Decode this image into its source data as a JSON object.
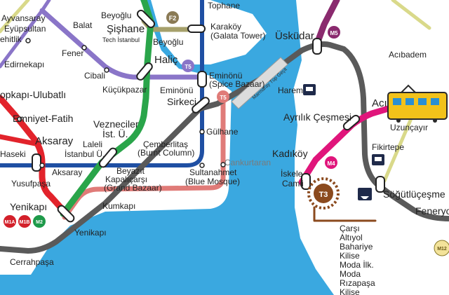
{
  "colors": {
    "sea": "#3aa8e0",
    "land": "#ffffff",
    "grey_line": "#5a5a5a",
    "blue_line": "#1f4fa3",
    "green_line": "#2aa54a",
    "red_line": "#e2232b",
    "tram_red": "#e07b78",
    "purple_line": "#8a75c8",
    "olive_line": "#a6a06b",
    "magenta_line": "#e0157b",
    "plum_line": "#8a2a6e",
    "tram_yellow": "#d9d98a",
    "t3_brown": "#8b4a1e",
    "m1_red": "#d3202a",
    "m2_green": "#1e9a4a"
  },
  "badges": {
    "f2": "F2",
    "t5": "T5",
    "t6": "T5",
    "m5": "M5",
    "m4": "M4",
    "m1a": "M1A",
    "m1b": "M1B",
    "m2": "M2",
    "t3": "T3",
    "m12": "M12"
  },
  "tunnel_label": "Marmaray Tüp Geçit",
  "stations": {
    "ayvansaray": "Ayvansaray",
    "eyupsultan": "Eyüpsultan",
    "halic_left": "ehitlik",
    "balat": "Balat",
    "fener": "Fener",
    "edirnekapi": "Edirnekapı",
    "cibali": "Cibali",
    "kucukpazar": "Küçükpazar",
    "topkapi": "opkapı-Ulubatlı",
    "emniyet": "Emniyet-Fatih",
    "aksaray": "Aksaray",
    "aksaray2": "Aksaray",
    "haseki": "Haseki",
    "yusufpasa": "Yusufpaşa",
    "yenikapi": "Yenikapı",
    "yenikapi2": "Yenikapı",
    "cerrahpasa": "Cerrahpaşa",
    "kumkapi": "Kumkapı",
    "beyoglu_top": "Beyoğlu",
    "sishane": "Şişhane",
    "tech_istanbul": "Tech İstanbul",
    "beyoglu": "Beyoğlu",
    "halic": "Haliç",
    "karakoy": "Karaköy",
    "galata": "(Galata Tower)",
    "tophane": "Tophane",
    "eminonu": "Eminönü",
    "eminonu2": "Eminönü",
    "spice": "(Spice Bazaar)",
    "sirkeci": "Sirkeci",
    "gulhane": "Gülhane",
    "cankurtaran": "Cankurtaran",
    "vezneciler1": "Vezneciler",
    "vezneciler2": "İst. Ü.",
    "laleli1": "Laleli",
    "laleli2": "İstanbul Ü.",
    "cemberlitas1": "Çemberlitaş",
    "cemberlitas2": "(Burnt Column)",
    "beyazit1": "Beyazıt",
    "beyazit2": "Kapalıçarşı",
    "beyazit3": "(Grand Bazaar)",
    "sultanahmet1": "Sultanahmet",
    "sultanahmet2": "(Blue Mosque)",
    "uskudar": "Üsküdar",
    "harem": "Harem",
    "acibadem": "Acıbadem",
    "aci": "Acı",
    "ayrilik": "Ayrılık Çeşmesi",
    "uzuncayir": "Uzunçayır",
    "kadikoy": "Kadıköy",
    "iskele1": "İskele",
    "iskele2": "Camii",
    "fikirtepe": "Fikirtepe",
    "sogutlucesme": "Söğütlüçeşme",
    "feneryolu": "Feneryolu"
  },
  "t3_stops": [
    "Çarşı",
    "Altıyol",
    "Bahariye",
    "Kilise",
    "Moda İlk.",
    "Moda",
    "Rızapaşa",
    "Kilise"
  ]
}
